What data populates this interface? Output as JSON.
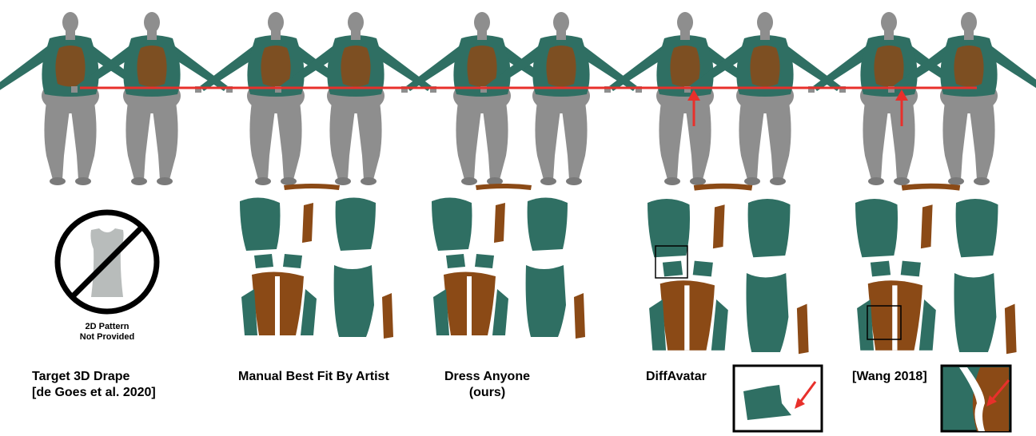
{
  "figure": {
    "columns": [
      {
        "id": "target",
        "caption_line1": "Target 3D Drape",
        "caption_line2": "[de Goes et al. 2020]"
      },
      {
        "id": "manual",
        "caption_line1": "Manual Best Fit By Artist",
        "caption_line2": ""
      },
      {
        "id": "dress_anyone",
        "caption_line1": "Dress Anyone",
        "caption_line2": "(ours)"
      },
      {
        "id": "diffavatar",
        "caption_line1": "DiffAvatar",
        "caption_line2": ""
      },
      {
        "id": "wang2018",
        "caption_line1": "[Wang 2018]",
        "caption_line2": ""
      }
    ],
    "no_pattern": {
      "line1": "2D Pattern",
      "line2": "Not Provided"
    },
    "colors": {
      "teal": "#2f6f63",
      "brown": "#8b4a16",
      "skin": "#8f8f8f",
      "marker": "#e8302b"
    }
  }
}
